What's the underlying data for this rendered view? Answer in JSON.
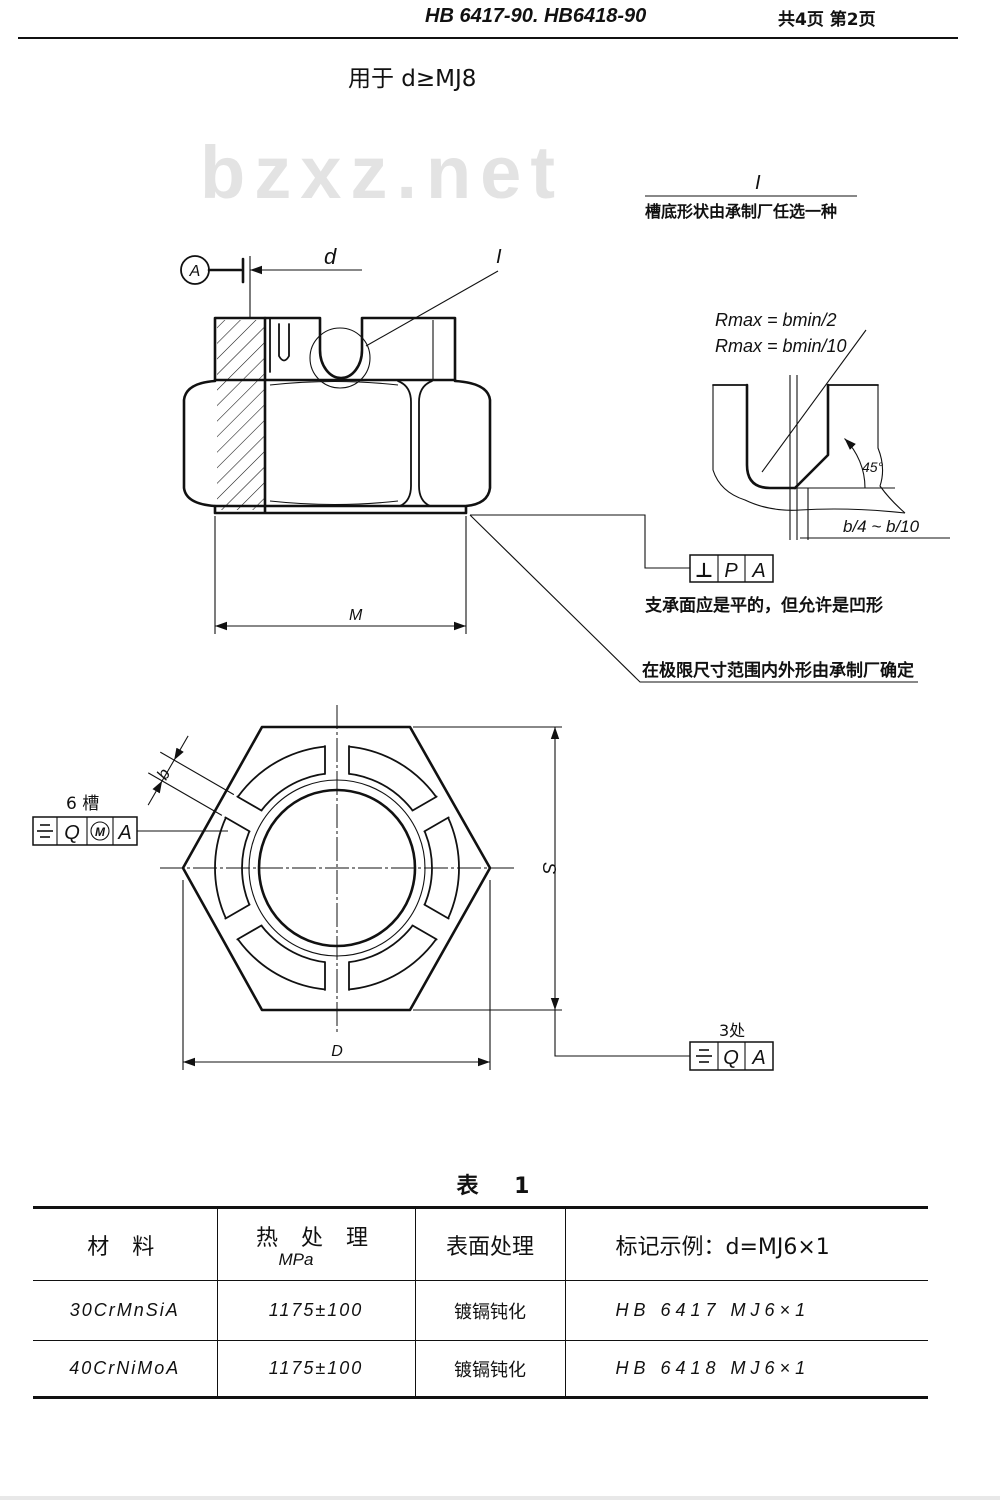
{
  "header": {
    "standard_no": "HB 6417-90. HB6418-90",
    "pages": "共4页 第2页"
  },
  "title": "用于 d≥MJ8",
  "watermark": "bzxz.net",
  "detail": {
    "mark": "I",
    "caption": "槽底形状由承制厂任选一种",
    "rmax_half": "Rmax = bmin/2",
    "rmax_tenth": "Rmax = bmin/10",
    "angle": "45°",
    "chamfer_range": "b/4 ~ b/10"
  },
  "side_view": {
    "datum": "A",
    "dim_d": "d",
    "detail_ref": "I",
    "dim_m": "M",
    "bearing_fcf": {
      "symbol": "⊥",
      "tolerance": "P",
      "datum": "A"
    },
    "bearing_note": "支承面应是平的，但允许是凹形",
    "profile_note": "在极限尺寸范围内外形由承制厂确定"
  },
  "top_view": {
    "dim_b": "b",
    "slot_count": "6 槽",
    "slot_fcf": {
      "symbol_icon": "symmetry-icon",
      "tolerance": "Q",
      "modifier": "M",
      "datum": "A"
    },
    "dim_s": "S",
    "dim_across_corners": "D",
    "flats_count": "3处",
    "flats_fcf": {
      "symbol_icon": "symmetry-icon",
      "tolerance": "Q",
      "datum": "A"
    }
  },
  "table": {
    "caption": "表 1",
    "headers": [
      "材 料",
      "热 处 理",
      "表面处理",
      "标记示例：d=MJ6×1"
    ],
    "heat_unit": "MPa",
    "rows": [
      [
        "30CrMnSiA",
        "1175±100",
        "镀镉钝化",
        "HB 6417 MJ6×1"
      ],
      [
        "40CrNiMoA",
        "1175±100",
        "镀镉钝化",
        "HB 6418 MJ6×1"
      ]
    ]
  }
}
